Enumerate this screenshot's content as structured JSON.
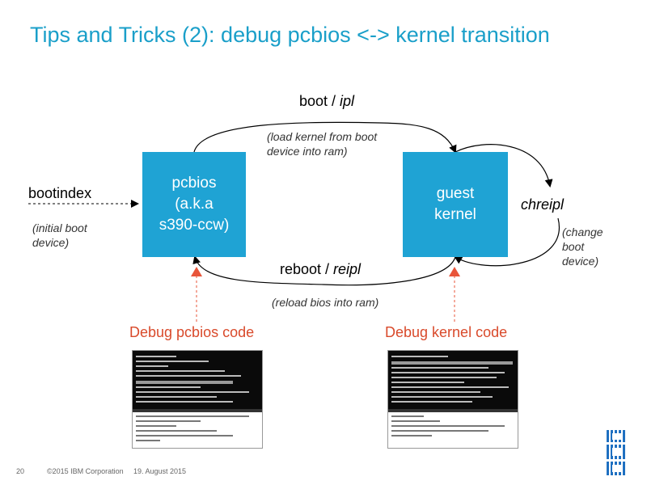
{
  "slide": {
    "title": "Tips and Tricks (2): debug pcbios <-> kernel transition",
    "boxes": {
      "pcbios": [
        "pcbios",
        "(a.k.a",
        "s390-ccw)"
      ],
      "guest": [
        "guest",
        "kernel"
      ]
    },
    "arrows": {
      "boot": {
        "plain": "boot / ",
        "italic": "ipl",
        "note": [
          "(load kernel from boot",
          "device into ram)"
        ]
      },
      "reboot": {
        "plain": "reboot / ",
        "italic": "reipl",
        "note": [
          "(reload bios into ram)"
        ]
      },
      "bootindex": {
        "label": "bootindex",
        "note": [
          "(initial boot",
          "device)"
        ]
      },
      "chreipl": {
        "label": "chreipl",
        "note": [
          "(change",
          "boot",
          "device)"
        ]
      }
    },
    "debug": {
      "pcbios": "Debug pcbios code",
      "kernel": "Debug kernel code"
    },
    "colors": {
      "title": "#1a9fc9",
      "box": "#1fa3d4",
      "debug": "#d94a2b"
    }
  },
  "footer": {
    "page": "20",
    "copyright": "©2015 IBM Corporation",
    "date": "19. August 2015",
    "logo": "IBM"
  }
}
